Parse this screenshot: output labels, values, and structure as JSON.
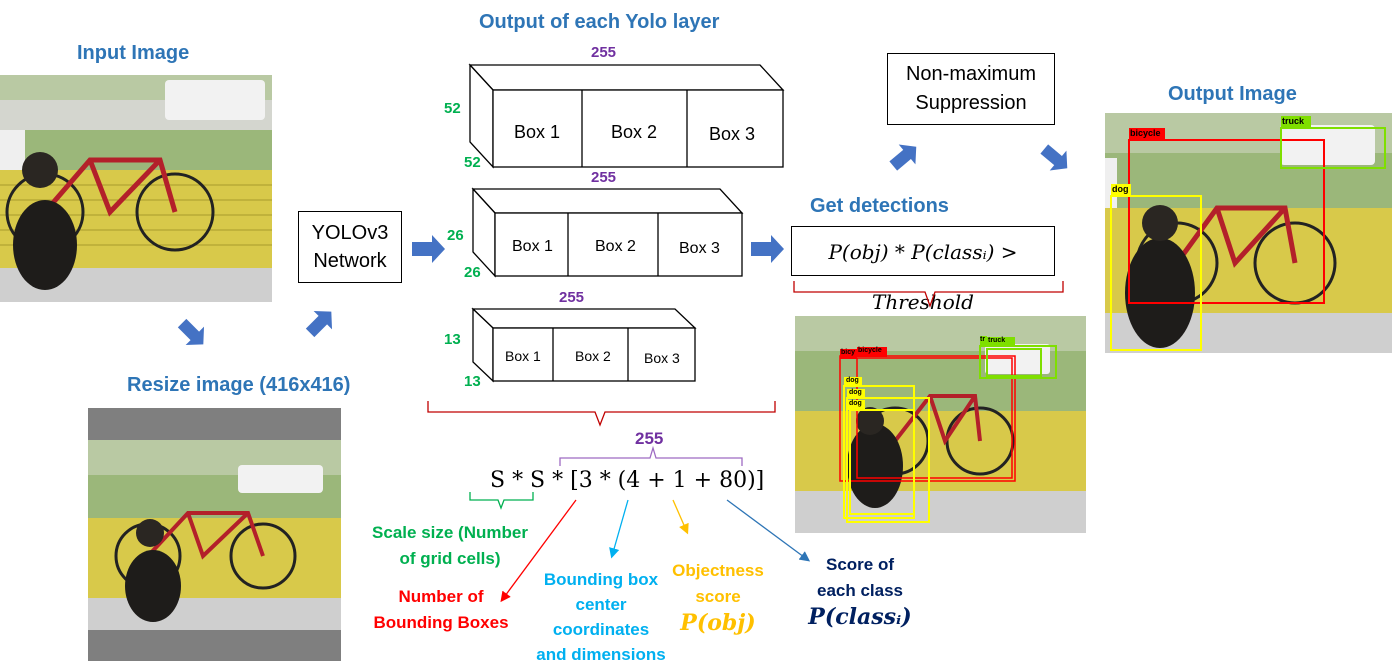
{
  "titles": {
    "input_image": "Input Image",
    "resize_image": "Resize image (416x416)",
    "output_each_layer": "Output of each Yolo layer",
    "output_image": "Output Image",
    "get_detections": "Get detections"
  },
  "network": {
    "line1": "YOLOv3",
    "line2": "Network"
  },
  "nms": {
    "line1": "Non-maximum",
    "line2": "Suppression"
  },
  "threshold_formula": "P(obj) * P(classᵢ) > Threshold",
  "layers": [
    {
      "depth": "255",
      "size_top": "52",
      "size_bottom": "52",
      "boxes": [
        "Box 1",
        "Box 2",
        "Box 3"
      ]
    },
    {
      "depth": "255",
      "size_top": "26",
      "size_bottom": "26",
      "boxes": [
        "Box 1",
        "Box 2",
        "Box 3"
      ]
    },
    {
      "depth": "255",
      "size_top": "13",
      "size_bottom": "13",
      "boxes": [
        "Box 1",
        "Box 2",
        "Box 3"
      ]
    }
  ],
  "formula": {
    "channels": "255",
    "text": "S * S * [3 * (4 + 1 + 80)]"
  },
  "annotations": {
    "scale_size": [
      "Scale size (Number",
      "of grid cells)"
    ],
    "num_boxes": [
      "Number of",
      "Bounding  Boxes"
    ],
    "bbox": [
      "Bounding  box",
      "center",
      "coordinates",
      "and dimensions"
    ],
    "objectness": [
      "Objectness",
      "score",
      "P(obj)"
    ],
    "class_score": [
      "Score of",
      "each class",
      "P(classᵢ)"
    ]
  },
  "detection_labels": {
    "bicycle": "bicycle",
    "truck": "truck",
    "dog": "dog",
    "bicy": "bicy",
    "tr": "tr"
  },
  "colors": {
    "title_blue": "#2e75b6",
    "green": "#00b050",
    "purple": "#7030a0",
    "red": "#ff0000",
    "cyan": "#00b0f0",
    "gold": "#ffc000",
    "navy": "#002060",
    "arrow_blue": "#4472c4"
  }
}
